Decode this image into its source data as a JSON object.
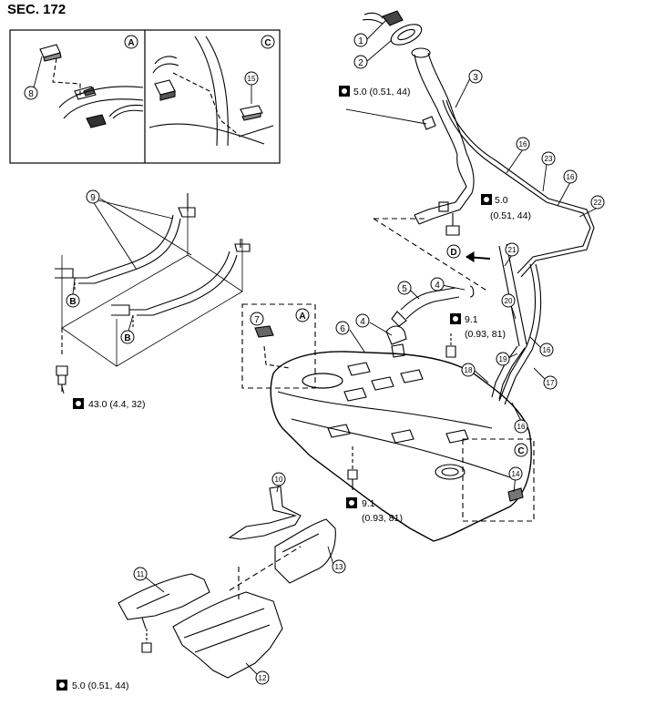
{
  "section": "SEC. 172",
  "callouts": [
    "1",
    "2",
    "3",
    "4",
    "4",
    "5",
    "6",
    "7",
    "8",
    "9",
    "10",
    "11",
    "12",
    "13",
    "14",
    "15",
    "16",
    "16",
    "16",
    "16",
    "17",
    "18",
    "19",
    "20",
    "21",
    "22",
    "23"
  ],
  "detail_letters": [
    "A",
    "A",
    "B",
    "B",
    "C",
    "C",
    "D"
  ],
  "torques": {
    "t1": "5.0 (0.51, 44)",
    "t2a": "5.0",
    "t2b": "(0.51, 44)",
    "t3a": "9.1",
    "t3b": "(0.93, 81)",
    "t4": "43.0 (4.4, 32)",
    "t5a": "9.1",
    "t5b": "(0.93, 81)",
    "t6": "5.0 (0.51, 44)"
  }
}
